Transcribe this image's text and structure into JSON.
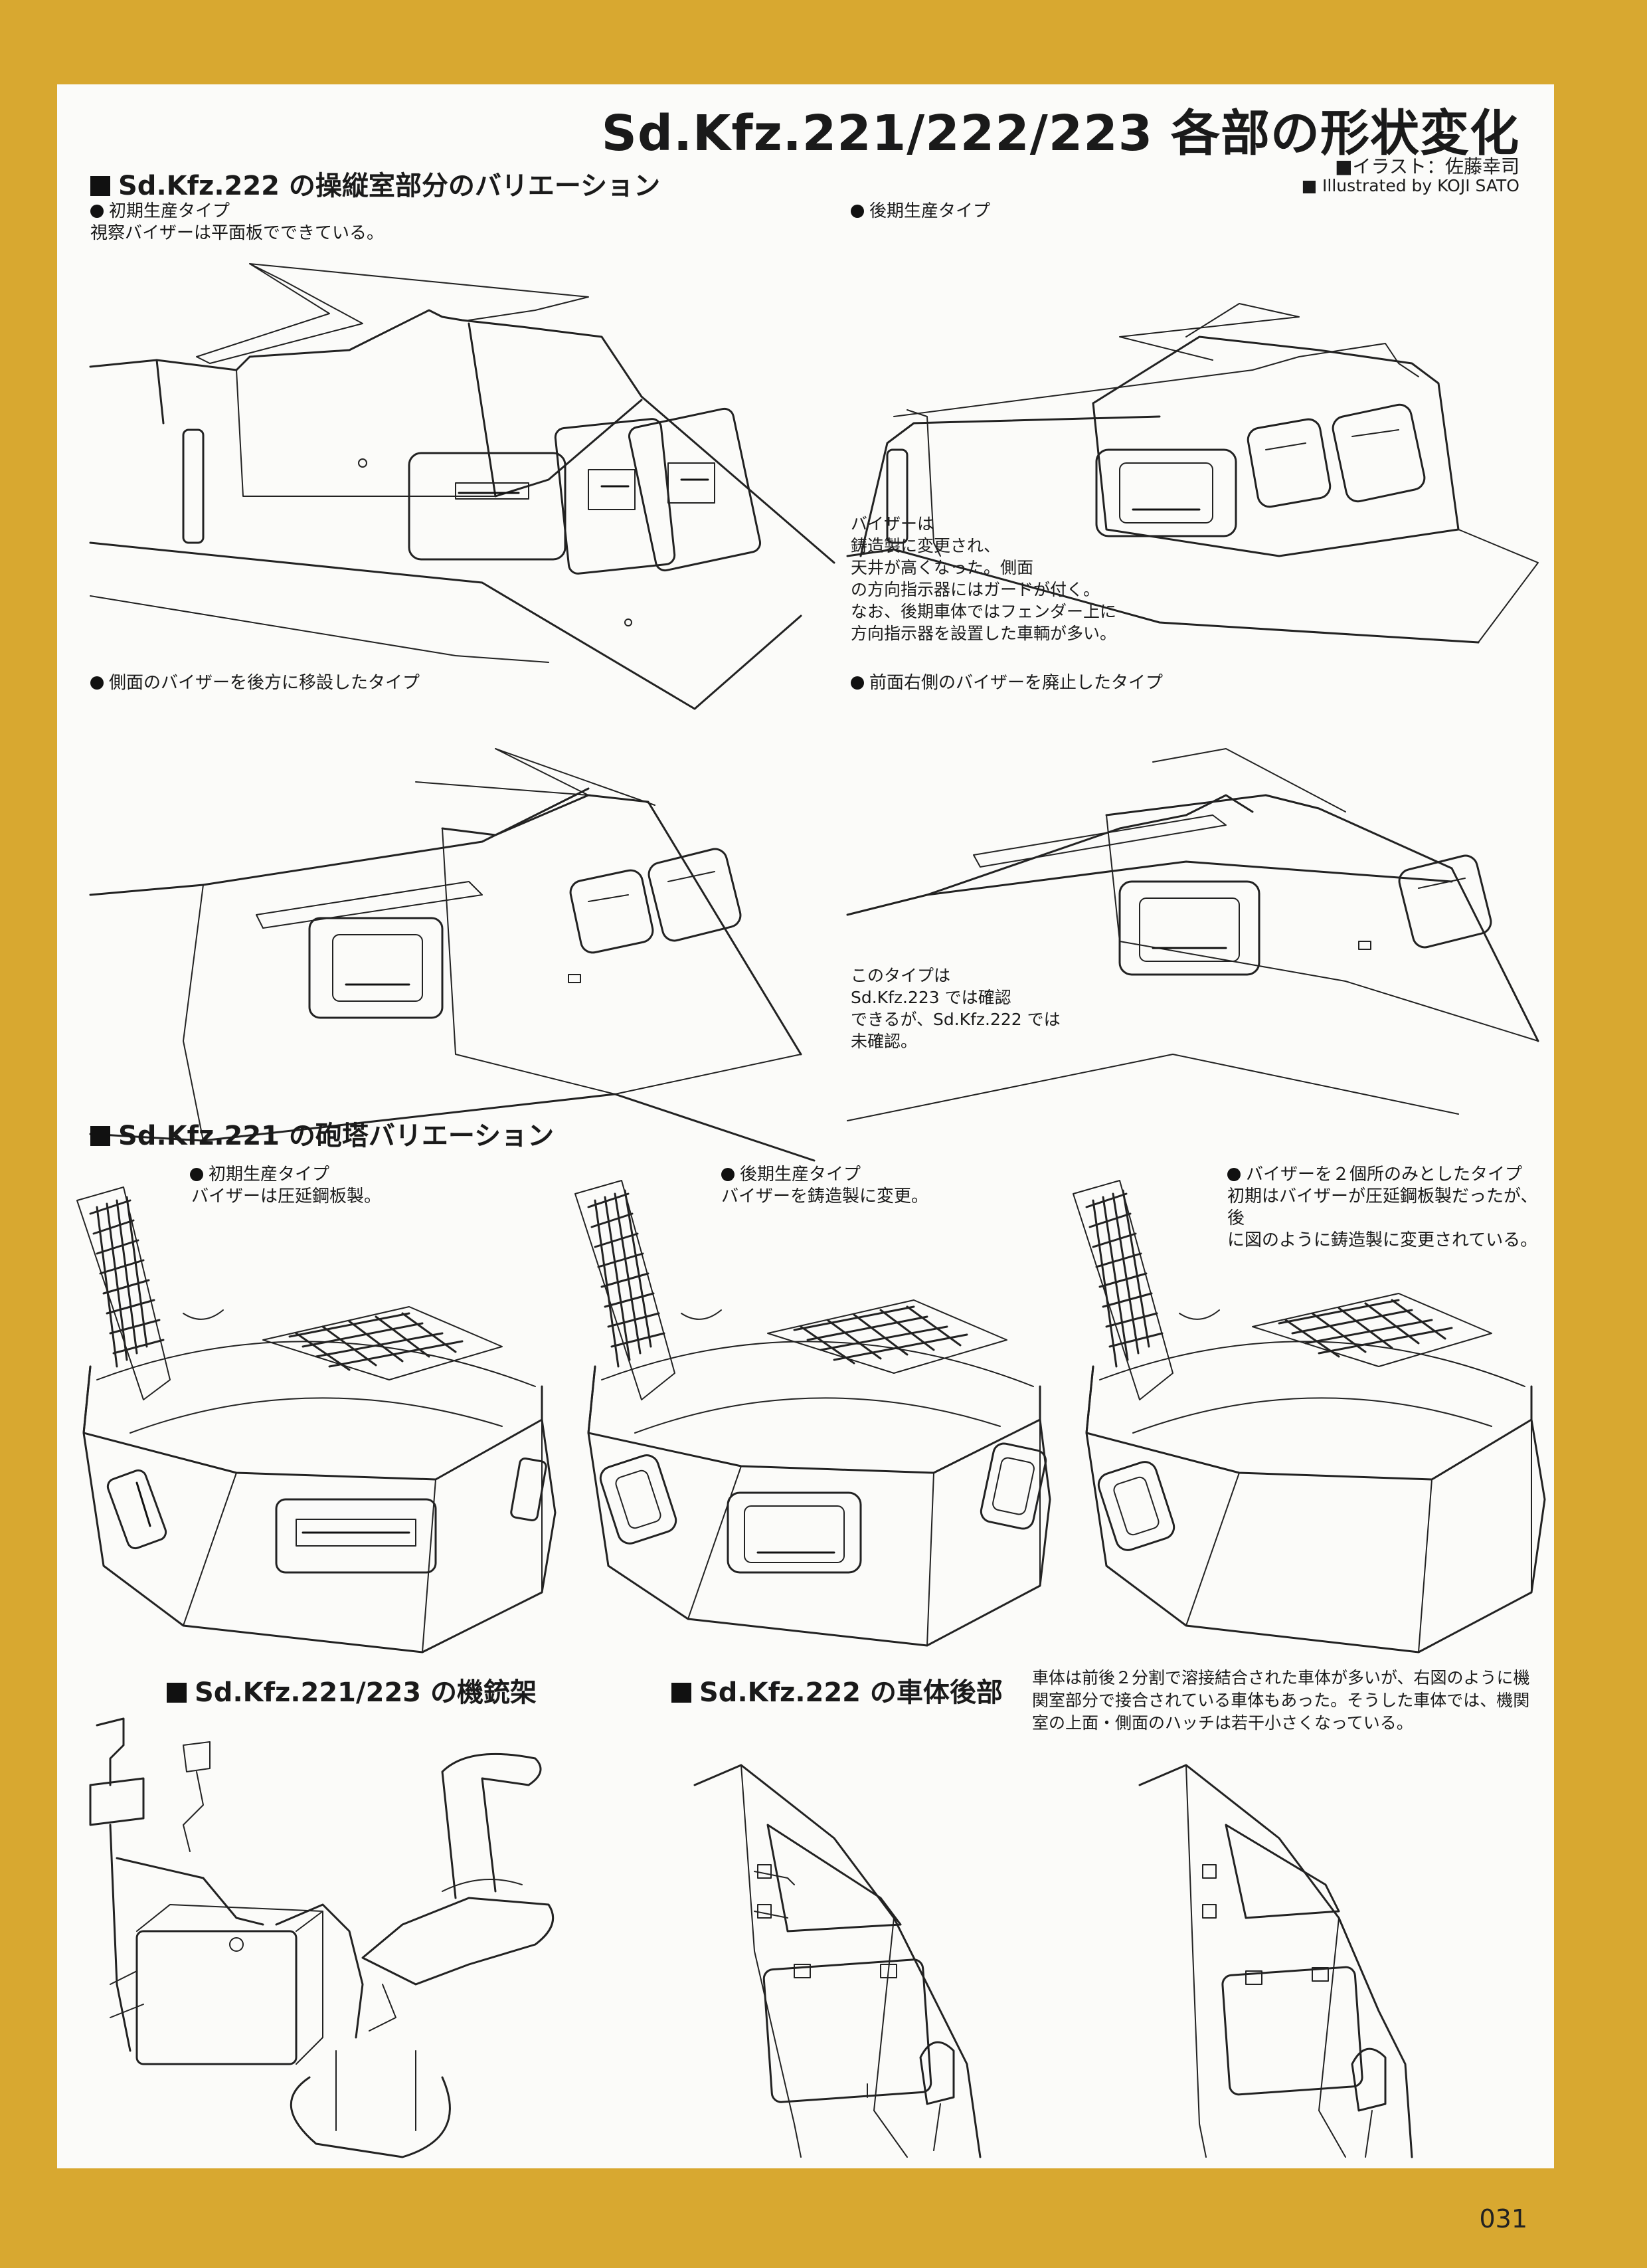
{
  "title": "Sd.Kfz.221/222/223 各部の形状変化",
  "credit_illust": "■イラスト：佐藤幸司",
  "credit_en": "■ Illustrated by KOJI SATO",
  "sections": {
    "driver_compartment": "Sd.Kfz.222 の操縦室部分のバリエーション",
    "turret": "Sd.Kfz.221 の砲塔バリエーション",
    "mg_mount": "Sd.Kfz.221/223 の機銃架",
    "rear_hull": "Sd.Kfz.222 の車体後部"
  },
  "driver_variants": [
    {
      "label": "初期生産タイプ",
      "desc": "視察バイザーは平面板でできている。"
    },
    {
      "label": "後期生産タイプ",
      "desc": "バイザーは\n鋳造製に変更され、\n天井が高くなった。側面\nの方向指示器にはガードが付く。\nなお、後期車体ではフェンダー上に\n方向指示器を設置した車輌が多い。"
    },
    {
      "label": "側面のバイザーを後方に移設したタイプ",
      "desc": ""
    },
    {
      "label": "前面右側のバイザーを廃止したタイプ",
      "desc": "このタイプは\nSd.Kfz.223 では確認\nできるが、Sd.Kfz.222 では\n未確認。"
    }
  ],
  "turret_variants": [
    {
      "label": "初期生産タイプ",
      "desc": "バイザーは圧延鋼板製。"
    },
    {
      "label": "後期生産タイプ",
      "desc": "バイザーを鋳造製に変更。"
    },
    {
      "label": "バイザーを２個所のみとしたタイプ",
      "desc": "初期はバイザーが圧延鋼板製だったが、後\nに図のように鋳造製に変更されている。"
    }
  ],
  "rear_note": "車体は前後２分割で溶接結合された車体が多いが、右図のように機\n関室部分で接合されている車体もあった。そうした車体では、機関\n室の上面・側面のハッチは若干小さくなっている。",
  "page_number": "031"
}
